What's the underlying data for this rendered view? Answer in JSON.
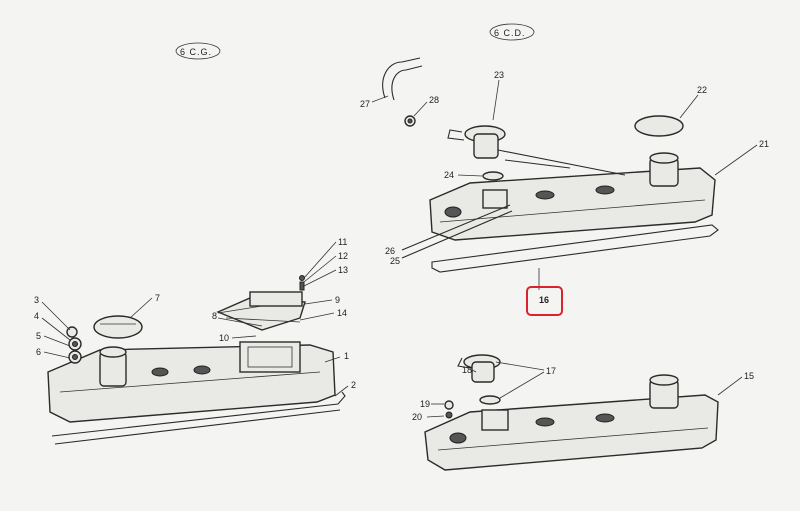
{
  "groups": {
    "left": "6 C.G.",
    "right": "6 C.D."
  },
  "callouts": [
    "1",
    "2",
    "3",
    "4",
    "5",
    "6",
    "7",
    "8",
    "9",
    "10",
    "11",
    "12",
    "13",
    "14",
    "15",
    "16",
    "17",
    "18",
    "19",
    "20",
    "21",
    "22",
    "23",
    "24",
    "25",
    "26",
    "27",
    "28"
  ],
  "highlight": {
    "label": "16",
    "color": "#d9232e"
  }
}
